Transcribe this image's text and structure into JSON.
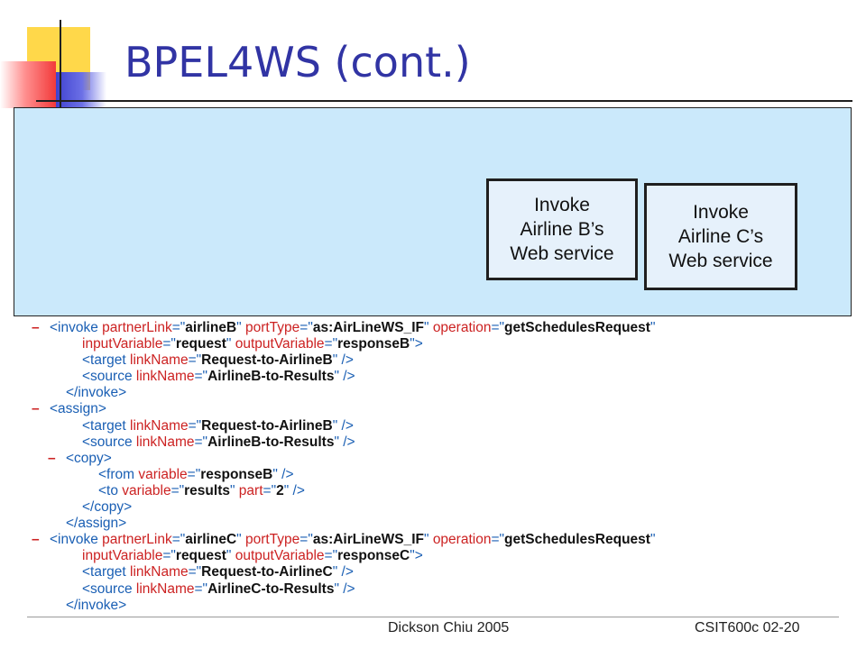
{
  "slide": {
    "title": "BPEL4WS (cont.)"
  },
  "diagram": {
    "boxes": [
      {
        "id": "box-b",
        "lines": [
          "Invoke",
          "Airline B’s",
          "Web service"
        ]
      },
      {
        "id": "box-c",
        "lines": [
          "Invoke",
          "Airline C’s",
          "Web service"
        ]
      }
    ]
  },
  "code": [
    {
      "indent": 0,
      "minus": true,
      "parts": [
        [
          "t",
          "<invoke "
        ],
        [
          "n",
          "partnerLink"
        ],
        [
          "t",
          "=\""
        ],
        [
          "v",
          "airlineB"
        ],
        [
          "t",
          "\" "
        ],
        [
          "n",
          "portType"
        ],
        [
          "t",
          "=\""
        ],
        [
          "v",
          "as:AirLineWS_IF"
        ],
        [
          "t",
          "\" "
        ],
        [
          "n",
          "operation"
        ],
        [
          "t",
          "=\""
        ],
        [
          "v",
          "getSchedulesRequest"
        ],
        [
          "t",
          "\""
        ]
      ]
    },
    {
      "indent": 2,
      "minus": false,
      "parts": [
        [
          "n",
          "inputVariable"
        ],
        [
          "t",
          "=\""
        ],
        [
          "v",
          "request"
        ],
        [
          "t",
          "\" "
        ],
        [
          "n",
          "outputVariable"
        ],
        [
          "t",
          "=\""
        ],
        [
          "v",
          "responseB"
        ],
        [
          "t",
          "\">"
        ]
      ]
    },
    {
      "indent": 2,
      "minus": false,
      "parts": [
        [
          "t",
          "<target "
        ],
        [
          "n",
          "linkName"
        ],
        [
          "t",
          "=\""
        ],
        [
          "v",
          "Request-to-AirlineB"
        ],
        [
          "t",
          "\" />"
        ]
      ]
    },
    {
      "indent": 2,
      "minus": false,
      "parts": [
        [
          "t",
          "<source "
        ],
        [
          "n",
          "linkName"
        ],
        [
          "t",
          "=\""
        ],
        [
          "v",
          "AirlineB-to-Results"
        ],
        [
          "t",
          "\" />"
        ]
      ]
    },
    {
      "indent": 1,
      "minus": false,
      "parts": [
        [
          "t",
          "</invoke>"
        ]
      ]
    },
    {
      "indent": 0,
      "minus": true,
      "parts": [
        [
          "t",
          "<assign>"
        ]
      ]
    },
    {
      "indent": 2,
      "minus": false,
      "parts": [
        [
          "t",
          "<target "
        ],
        [
          "n",
          "linkName"
        ],
        [
          "t",
          "=\""
        ],
        [
          "v",
          "Request-to-AirlineB"
        ],
        [
          "t",
          "\" />"
        ]
      ]
    },
    {
      "indent": 2,
      "minus": false,
      "parts": [
        [
          "t",
          "<source "
        ],
        [
          "n",
          "linkName"
        ],
        [
          "t",
          "=\""
        ],
        [
          "v",
          "AirlineB-to-Results"
        ],
        [
          "t",
          "\" />"
        ]
      ]
    },
    {
      "indent": 1,
      "minus": true,
      "parts": [
        [
          "t",
          "<copy>"
        ]
      ]
    },
    {
      "indent": 3,
      "minus": false,
      "parts": [
        [
          "t",
          "<from "
        ],
        [
          "n",
          "variable"
        ],
        [
          "t",
          "=\""
        ],
        [
          "v",
          "responseB"
        ],
        [
          "t",
          "\" />"
        ]
      ]
    },
    {
      "indent": 3,
      "minus": false,
      "parts": [
        [
          "t",
          "<to "
        ],
        [
          "n",
          "variable"
        ],
        [
          "t",
          "=\""
        ],
        [
          "v",
          "results"
        ],
        [
          "t",
          "\" "
        ],
        [
          "n",
          "part"
        ],
        [
          "t",
          "=\""
        ],
        [
          "v",
          "2"
        ],
        [
          "t",
          "\" />"
        ]
      ]
    },
    {
      "indent": 2,
      "minus": false,
      "parts": [
        [
          "t",
          "</copy>"
        ]
      ]
    },
    {
      "indent": 1,
      "minus": false,
      "parts": [
        [
          "t",
          "</assign>"
        ]
      ]
    },
    {
      "indent": 0,
      "minus": true,
      "parts": [
        [
          "t",
          "<invoke "
        ],
        [
          "n",
          "partnerLink"
        ],
        [
          "t",
          "=\""
        ],
        [
          "v",
          "airlineC"
        ],
        [
          "t",
          "\" "
        ],
        [
          "n",
          "portType"
        ],
        [
          "t",
          "=\""
        ],
        [
          "v",
          "as:AirLineWS_IF"
        ],
        [
          "t",
          "\" "
        ],
        [
          "n",
          "operation"
        ],
        [
          "t",
          "=\""
        ],
        [
          "v",
          "getSchedulesRequest"
        ],
        [
          "t",
          "\""
        ]
      ]
    },
    {
      "indent": 2,
      "minus": false,
      "parts": [
        [
          "n",
          "inputVariable"
        ],
        [
          "t",
          "=\""
        ],
        [
          "v",
          "request"
        ],
        [
          "t",
          "\" "
        ],
        [
          "n",
          "outputVariable"
        ],
        [
          "t",
          "=\""
        ],
        [
          "v",
          "responseC"
        ],
        [
          "t",
          "\">"
        ]
      ]
    },
    {
      "indent": 2,
      "minus": false,
      "parts": [
        [
          "t",
          "<target "
        ],
        [
          "n",
          "linkName"
        ],
        [
          "t",
          "=\""
        ],
        [
          "v",
          "Request-to-AirlineC"
        ],
        [
          "t",
          "\" />"
        ]
      ]
    },
    {
      "indent": 2,
      "minus": false,
      "parts": [
        [
          "t",
          "<source "
        ],
        [
          "n",
          "linkName"
        ],
        [
          "t",
          "=\""
        ],
        [
          "v",
          "AirlineC-to-Results"
        ],
        [
          "t",
          "\" />"
        ]
      ]
    },
    {
      "indent": 1,
      "minus": false,
      "parts": [
        [
          "t",
          "</invoke>"
        ]
      ]
    }
  ],
  "footer": {
    "author": "Dickson Chiu 2005",
    "course": "CSIT600c 02-20"
  },
  "colors": {
    "title": "#3134a4",
    "panel": "#cbe9fb",
    "tag": "#1a5fb4",
    "attr_name": "#cc2222"
  }
}
